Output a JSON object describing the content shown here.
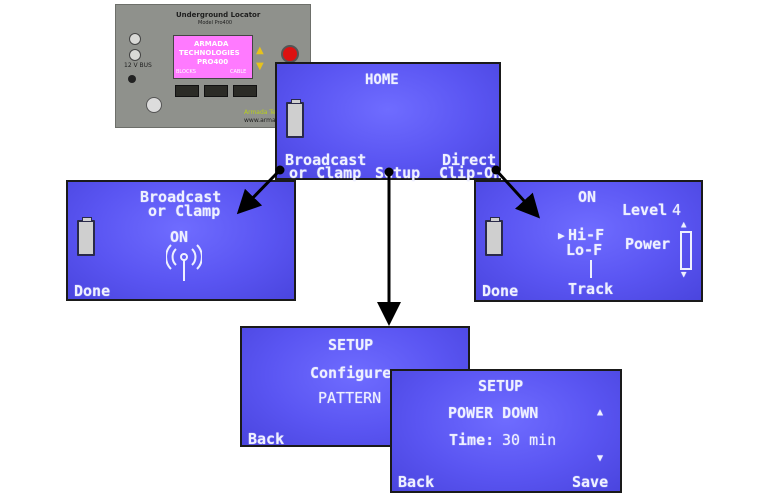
{
  "device": {
    "title": "Underground Locator",
    "model": "Model Pro400",
    "screen_line1": "ARMADA",
    "screen_line2": "TECHNOLOGIES",
    "screen_line3": "PRO400",
    "screen_left_label": "BLOCKS",
    "screen_right_label": "CABLE",
    "left_label": "12 V BUS",
    "footer_text": "Armada Tec",
    "footer_url": "www.armad",
    "arrow_up": "▲",
    "arrow_down": "▼"
  },
  "home": {
    "title": "HOME",
    "broadcast_line1": "Broadcast",
    "broadcast_line2": "or Clamp",
    "setup": "Setup",
    "direct_line1": "Direct",
    "direct_line2": "Clip-On"
  },
  "broadcast_screen": {
    "title_line1": "Broadcast",
    "title_line2": "or Clamp",
    "status": "ON",
    "done": "Done"
  },
  "direct_screen": {
    "title": "ON",
    "hi_f": "Hi-F",
    "lo_f": "Lo-F",
    "selector": "▶",
    "level_label": "Level",
    "level_value": "4",
    "power": "Power",
    "track": "Track",
    "done": "Done",
    "arrow_up": "▲",
    "arrow_down": "▼"
  },
  "setup_screen_1": {
    "title": "SETUP",
    "line1": "Configure",
    "line2": "PATTERN",
    "back": "Back"
  },
  "setup_screen_2": {
    "title": "SETUP",
    "line1": "POWER DOWN",
    "time_label": "Time:",
    "time_value": "30 min",
    "back": "Back",
    "save": "Save",
    "arrow_up": "▲",
    "arrow_down": "▼"
  },
  "colors": {
    "screen_bg": "#5a55f2",
    "text": "#eef0ff",
    "device_body": "#8f918c",
    "device_screen": "#ff7aff",
    "arrow": "#000000"
  }
}
